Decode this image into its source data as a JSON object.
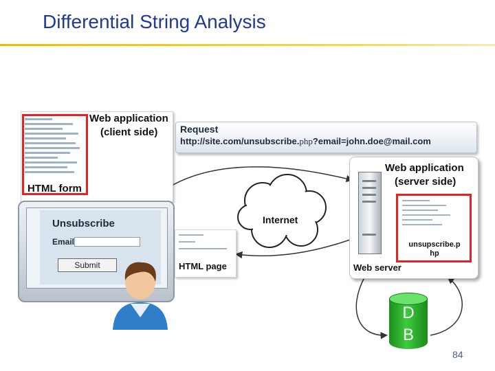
{
  "header": {
    "title": "Differential String Analysis"
  },
  "client": {
    "app_label_line1": "Web application",
    "app_label_line2": "(client side)",
    "form_label": "HTML form",
    "form_title": "Unsubscribe",
    "email_label": "Email:",
    "submit_label": "Submit"
  },
  "request": {
    "label": "Request",
    "url_prefix": "http://site.com/unsubscribe.",
    "url_ext": "php",
    "url_suffix": "?email=john.doe@mail.com"
  },
  "internet_label": "Internet",
  "html_page_label": "HTML page",
  "server": {
    "app_label_line1": "Web application",
    "app_label_line2": "(server side)",
    "file_label_line1": "unsupscribe.p",
    "file_label_line2": "hp",
    "web_server_label": "Web server"
  },
  "db": {
    "line1": "D",
    "line2": "B"
  },
  "page_number": "84",
  "colors": {
    "title": "#1f3a93",
    "accent_rule": "#e6c100",
    "highlight": "#e52222",
    "db": "#2fb82f"
  }
}
